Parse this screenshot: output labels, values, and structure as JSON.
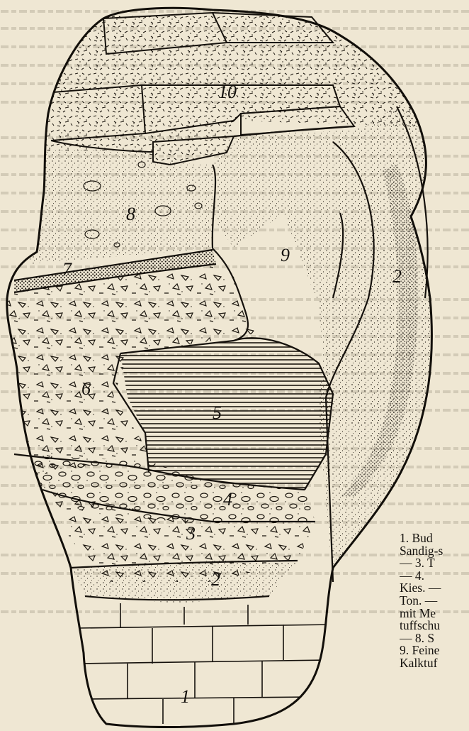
{
  "figure": {
    "layer_labels": [
      "1",
      "2",
      "3",
      "4",
      "5",
      "6",
      "7",
      "8",
      "9",
      "10",
      "2"
    ]
  },
  "caption": {
    "lines": [
      "1. Bud",
      "Sandig-s",
      "— 3. T",
      "— 4.",
      "Kies. —",
      "Ton. —",
      "mit Me",
      "tuffschu",
      "— 8. S",
      "9. Feine",
      "Kalktuf"
    ]
  },
  "colors": {
    "paper": "#efe7d3",
    "ink": "#14110d"
  }
}
